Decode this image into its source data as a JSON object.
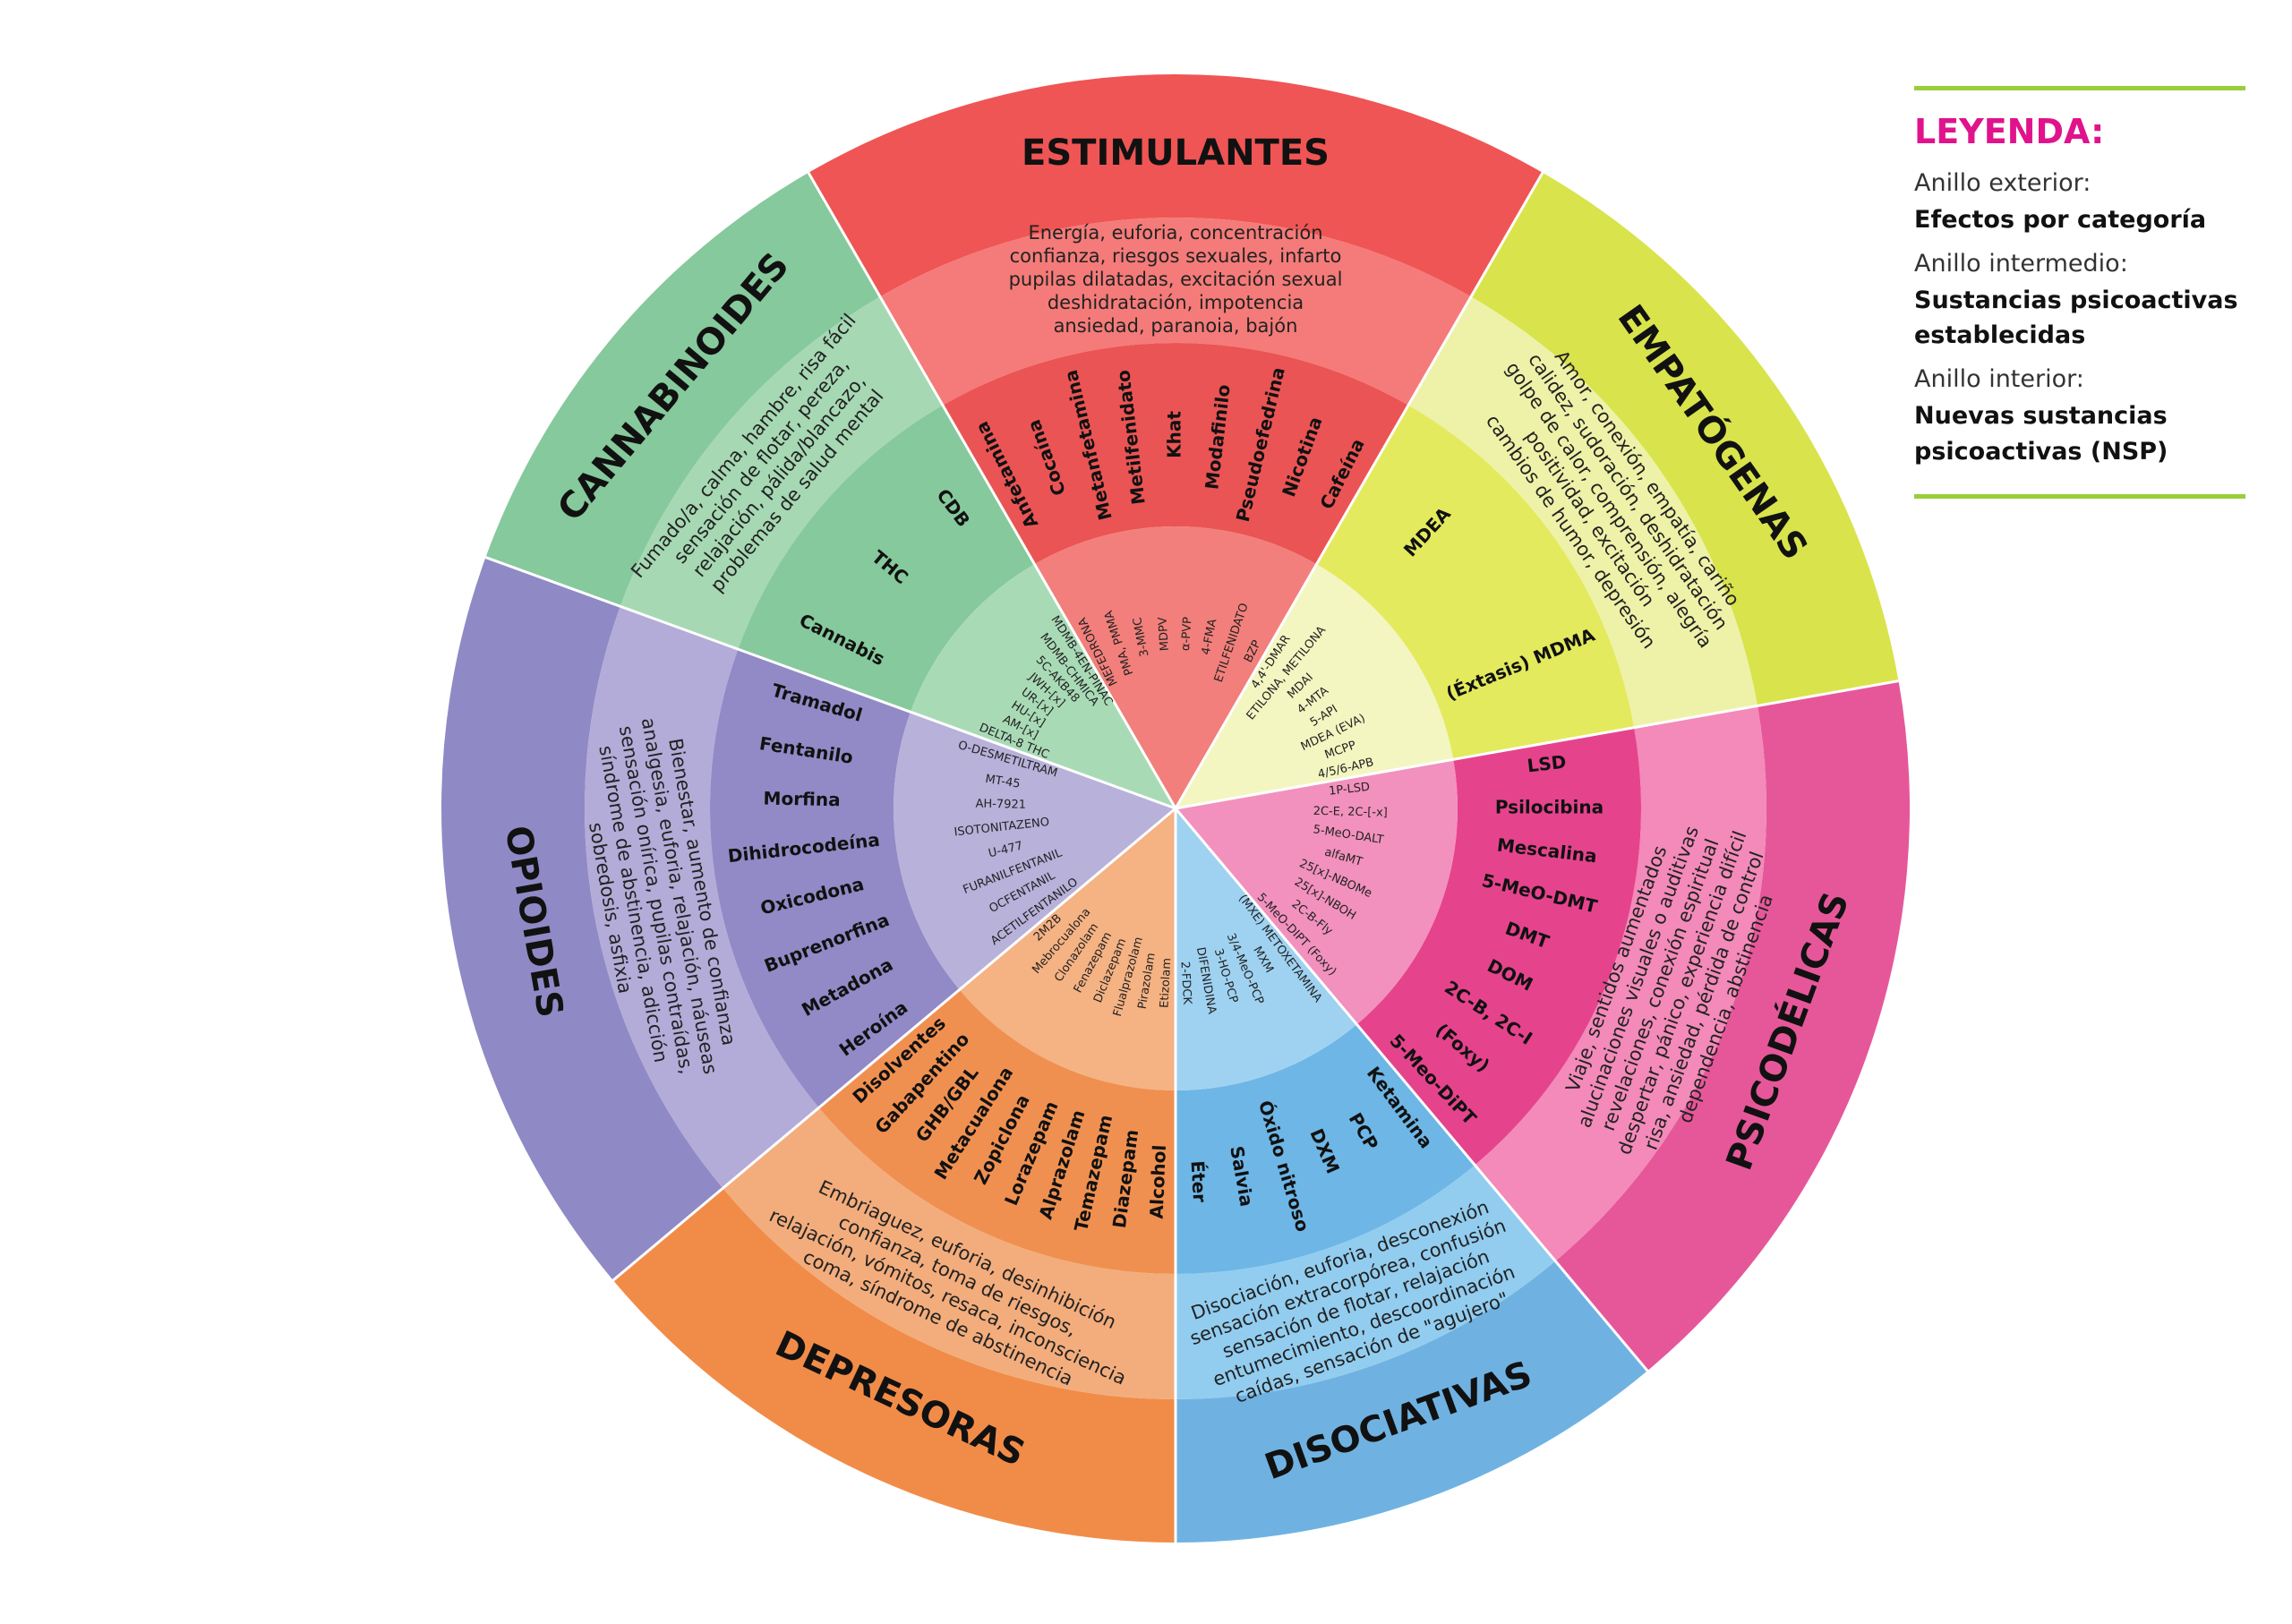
{
  "legend": {
    "title": "LEYENDA:",
    "items": [
      {
        "label": "Anillo exterior:",
        "value": "Efectos por categoría"
      },
      {
        "label": "Anillo intermedio:",
        "value": "Sustancias psicoactivas establecidas"
      },
      {
        "label": "Anillo interior:",
        "value": "Nuevas sustancias psicoactivas (NSP)"
      }
    ]
  },
  "categories": [
    {
      "id": "estimulantes",
      "name": "ESTIMULANTES",
      "colors": {
        "outer": "#ef5554",
        "mid": "#f47b79",
        "inner": "#eb5454",
        "core": "#f27f7b"
      },
      "effects": [
        "Energía, euforia, concentración",
        "confianza, riesgos sexuales, infarto",
        "pupilas dilatadas, excitación sexual",
        "deshidratación, impotencia",
        "ansiedad, paranoia, bajón"
      ],
      "substances": [
        "Anfetamina",
        "Cocaína",
        "Metanfetamina",
        "Metilfenidato",
        "Khat",
        "Modafinilo",
        "Pseudoefedrina",
        "Nicotina",
        "Cafeína"
      ],
      "nps": [
        "MEFEDRONA",
        "PMA, PMMA",
        "3-MMC",
        "MDPV",
        "α-PVP",
        "4-FMA",
        "ETILFENIDATO",
        "BZP"
      ]
    },
    {
      "id": "empatogenas",
      "name": "EMPATÓGENAS",
      "colors": {
        "outer": "#d9e34c",
        "mid": "#eef2a8",
        "inner": "#e3ea5e",
        "core": "#f3f6c1"
      },
      "effects": [
        "Amor, conexión, empatía, cariño",
        "calidez, sudoración, deshidratación",
        "golpe de calor, comprensión, alegría",
        "positividad, excitación",
        "cambios de humor, depresión"
      ],
      "substances": [
        "MDEA",
        "(Éxtasis) MDMA"
      ],
      "nps": [
        "4,4'-DMAR",
        "ETILONA, METILONA",
        "MDAI",
        "4-MTA",
        "5-API",
        "MDEA (EVA)",
        "MCPP",
        "4/5/6-APB"
      ]
    },
    {
      "id": "psicodelicas",
      "name": "PSICODÉLICAS",
      "colors": {
        "outer": "#e6579a",
        "mid": "#f38ab9",
        "inner": "#e6438d",
        "core": "#f291bd"
      },
      "effects": [
        "Viaje, sentidos aumentados",
        "alucinaciones visuales o auditivas",
        "revelaciones, conexión espiritual",
        "despertar, pánico, experiencia difícil",
        "risa, ansiedad, pérdida de control",
        "dependencia, abstinencia"
      ],
      "substances": [
        "LSD",
        "Psilocibina",
        "Mescalina",
        "5-MeO-DMT",
        "DMT",
        "DOM",
        "2C-B, 2C-I",
        "(Foxy)",
        "5-Meo-DiPT"
      ],
      "nps": [
        "1P-LSD",
        "2C-E, 2C-[-x]",
        "5-MeO-DALT",
        "alfaMT",
        "25[x]-NBOMe",
        "25[x]-NBOH",
        "2C-B-Fly",
        "5-MeO-DIPT (Foxy)"
      ]
    },
    {
      "id": "disociativas",
      "name": "DISOCIATIVAS",
      "colors": {
        "outer": "#6fb2e2",
        "mid": "#92cdf0",
        "inner": "#6db6e6",
        "core": "#9fd2f1"
      },
      "effects": [
        "Disociación, euforia, desconexión",
        "sensación extracorpórea, confusión",
        "sensación de flotar, relajación",
        "entumecimiento, descoordinación",
        "caídas, sensación de \"agujero\""
      ],
      "substances": [
        "Ketamina",
        "PCP",
        "DXM",
        "Óxido nitroso",
        "Salvia",
        "Éter"
      ],
      "nps": [
        "(MXE) METOXETAMINA",
        "MXM",
        "3/4-MeO-PCP",
        "3-HO-PCP",
        "DIFENIDINA",
        "2-FDCK"
      ]
    },
    {
      "id": "depresoras",
      "name": "DEPRESORAS",
      "colors": {
        "outer": "#f18c48",
        "mid": "#f3ad7c",
        "inner": "#f09050",
        "core": "#f5b283"
      },
      "effects": [
        "Embriaguez, euforia, desinhibición",
        "confianza, toma de riesgos,",
        "relajación, vómitos, resaca, inconsciencia",
        "coma, síndrome de abstinencia"
      ],
      "substances": [
        "Alcohol",
        "Diazepam",
        "Temazepam",
        "Alprazolam",
        "Lorazepam",
        "Zopiclona",
        "Metacualona",
        "GHB/GBL",
        "Gabapentino",
        "Disolventes"
      ],
      "nps": [
        "Etizolam",
        "Pirazolam",
        "Flualprazolam",
        "Diclazepam",
        "Fenazepam",
        "Clonazolam",
        "Mebrocualona",
        "2M2B"
      ]
    },
    {
      "id": "opioides",
      "name": "OPIOIDES",
      "colors": {
        "outer": "#8f8ac5",
        "mid": "#b3acd8",
        "inner": "#918ac6",
        "core": "#b8b1da"
      },
      "effects": [
        "Bienestar, aumento de confianza",
        "analgesia, euforia, relajación, náuseas",
        "sensación onírica, pupilas contraídas,",
        "síndrome de abstinencia, adicción",
        "sobredosis, asfixia"
      ],
      "substances": [
        "Heroína",
        "Metadona",
        "Buprenorfina",
        "Oxicodona",
        "Dihidrocodeína",
        "Morfina",
        "Fentanilo",
        "Tramadol"
      ],
      "nps": [
        "ACETILFENTANILO",
        "OCFENTANIL",
        "FURANILFENTANIL",
        "U-477",
        "ISOTONITAZENO",
        "AH-7921",
        "MT-45",
        "O-DESMETILTRAM"
      ]
    },
    {
      "id": "cannabinoides",
      "name": "CANNABINOIDES",
      "colors": {
        "outer": "#86c99c",
        "mid": "#a6d8b3",
        "inner": "#86c99c",
        "core": "#a9dab6"
      },
      "effects": [
        "Fumado/a, calma, hambre, risa fácil",
        "sensación de flotar, pereza,",
        "relajación, pálida/blancazo,",
        "problemas de salud mental"
      ],
      "substances": [
        "Cannabis",
        "THC",
        "CDB"
      ],
      "nps": [
        "DELTA-8 THC",
        "AM-[x]",
        "HU-[x]",
        "UR-[x]",
        "JWH-[x]",
        "5C-AKB48",
        "MDMB-CHMICA",
        "MDMB-4EN-PINAC"
      ]
    }
  ]
}
